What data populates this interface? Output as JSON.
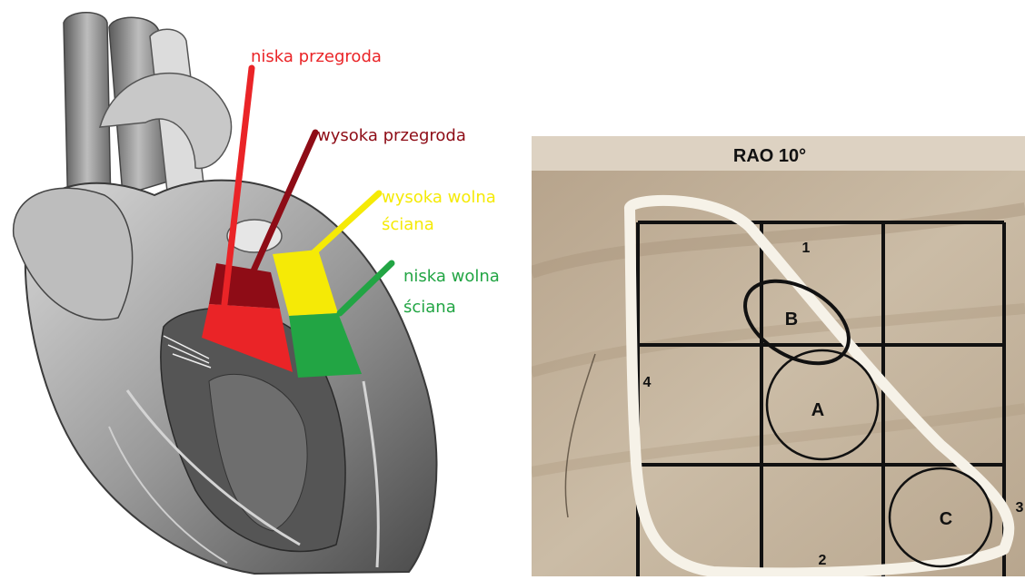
{
  "heart": {
    "labels": {
      "low_septum": "niska przegroda",
      "high_septum": "wysoka przegroda",
      "high_free_wall_line1": "wysoka wolna",
      "high_free_wall_line2": "ściana",
      "low_free_wall_line1": "niska wolna",
      "low_free_wall_line2": "ściana"
    },
    "colors": {
      "low_septum": "#ea2427",
      "high_septum": "#8e0c16",
      "high_free_wall": "#f5ea06",
      "low_free_wall": "#22a544"
    }
  },
  "fluoro": {
    "title": "RAO 10°",
    "regions": {
      "a": "A",
      "b": "B",
      "c": "C"
    },
    "sides": {
      "top": "1",
      "bottom": "2",
      "right": "3",
      "left": "4"
    }
  }
}
